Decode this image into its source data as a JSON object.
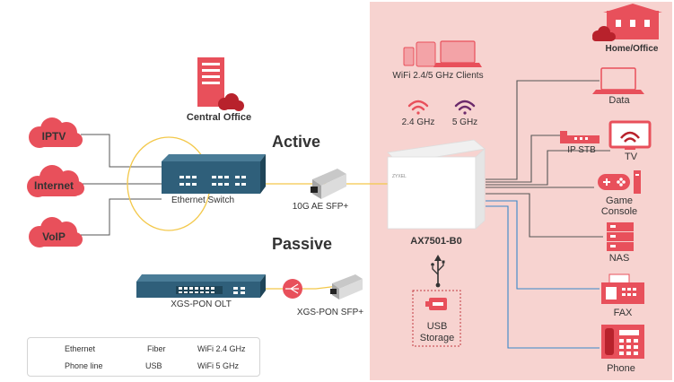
{
  "labels": {
    "central_office": "Central Office",
    "active": "Active",
    "passive": "Passive",
    "ethernet_switch": "Ethernet Switch",
    "sfp_10g": "10G AE SFP+",
    "olt": "XGS-PON OLT",
    "sfp_pon": "XGS-PON SFP+",
    "router": "AX7501-B0",
    "router_brand": "ZYXEL",
    "wifi_clients": "WiFi 2.4/5 GHz Clients",
    "ghz24": "2.4 GHz",
    "ghz5": "5 GHz",
    "usb_storage_line1": "USB",
    "usb_storage_line2": "Storage",
    "home_office": "Home/Office"
  },
  "services": [
    "IPTV",
    "Internet",
    "VoIP"
  ],
  "devices": {
    "data": "Data",
    "ip_stb": "IP STB",
    "tv": "TV",
    "game_line1": "Game",
    "game_line2": "Console",
    "nas": "NAS",
    "fax": "FAX",
    "phone": "Phone"
  },
  "legend": {
    "ethernet": "Ethernet",
    "fiber": "Fiber",
    "wifi24": "WiFi 2.4 GHz",
    "phone_line": "Phone line",
    "usb": "USB",
    "wifi5": "WiFi 5 GHz"
  },
  "colors": {
    "panel_bg": "#f7d3d0",
    "accent_red": "#e8505b",
    "fiber": "#f3c84a",
    "ethernet": "#555555",
    "phone_line": "#3a87c8",
    "wifi5": "#6b2a6b",
    "switch_teal": "#2f5f7a"
  }
}
